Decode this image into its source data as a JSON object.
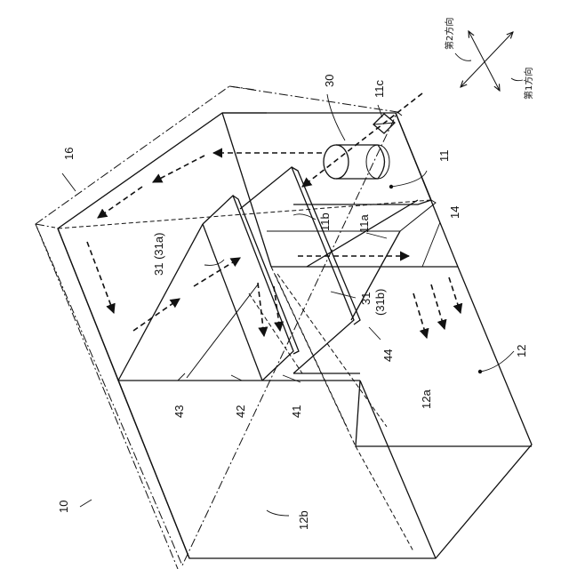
{
  "figure": {
    "labels": {
      "l10": "10",
      "l11": "11",
      "l11a": "11a",
      "l11b": "11b",
      "l11c": "11c",
      "l12": "12",
      "l12a": "12a",
      "l12b": "12b",
      "l14": "14",
      "l16": "16",
      "l30": "30",
      "l31a": "31 (31a)",
      "l31b_top": "31",
      "l31b_bot": "(31b)",
      "l41": "41",
      "l42": "42",
      "l43": "43",
      "l44": "44"
    },
    "directions": {
      "second": "第2方向",
      "first": "第1方向"
    }
  }
}
